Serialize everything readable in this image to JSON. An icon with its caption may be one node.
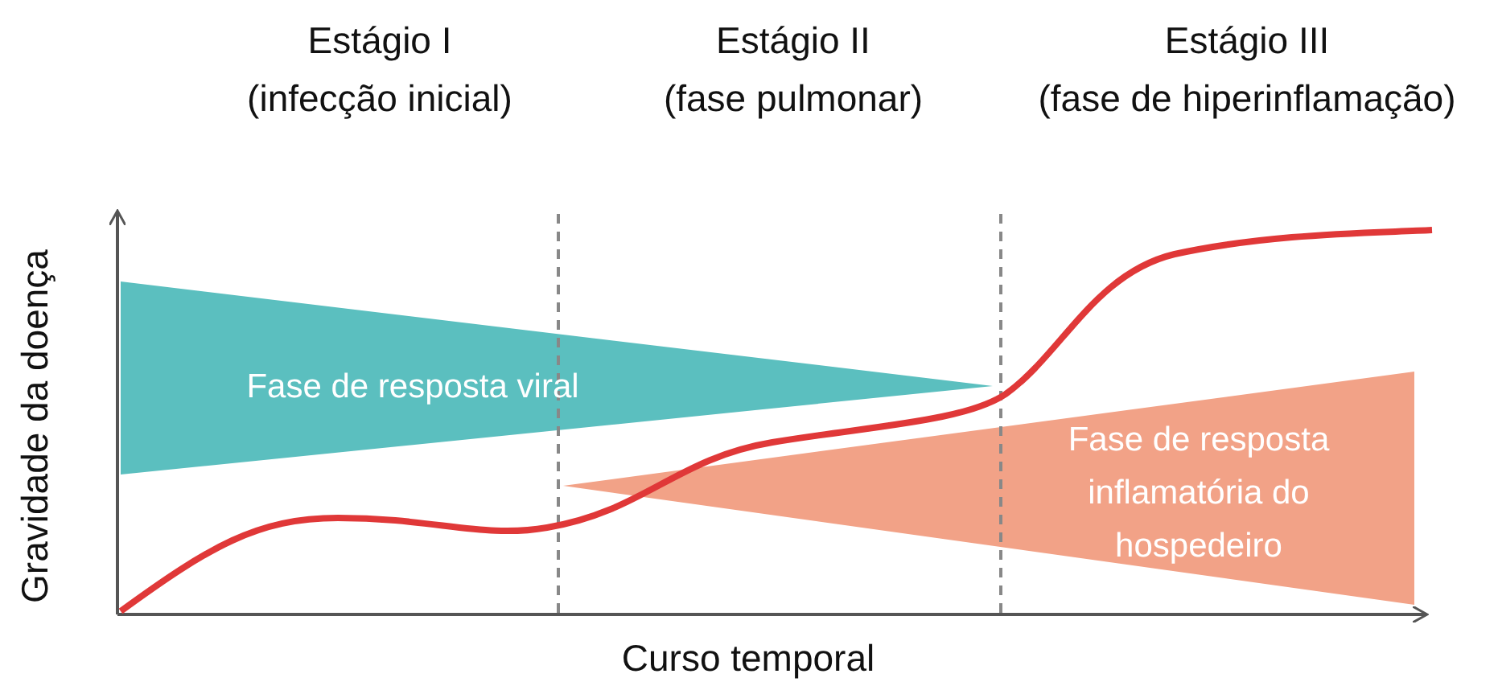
{
  "diagram": {
    "nodes": [
      {
        "text": [
          "Fase de resposta viral"
        ]
      },
      {
        "text": [
          "Fase de resposta inflamatória do hospedeiro"
        ]
      }
    ],
    "labels": [
      "Estágio I",
      "(infecção inicial)",
      "Estágio II",
      "(fase pulmonar)",
      "Estágio III",
      "(fase de hiperinflamação)",
      "Gravidade da doença",
      "Curso temporal"
    ]
  }
}
